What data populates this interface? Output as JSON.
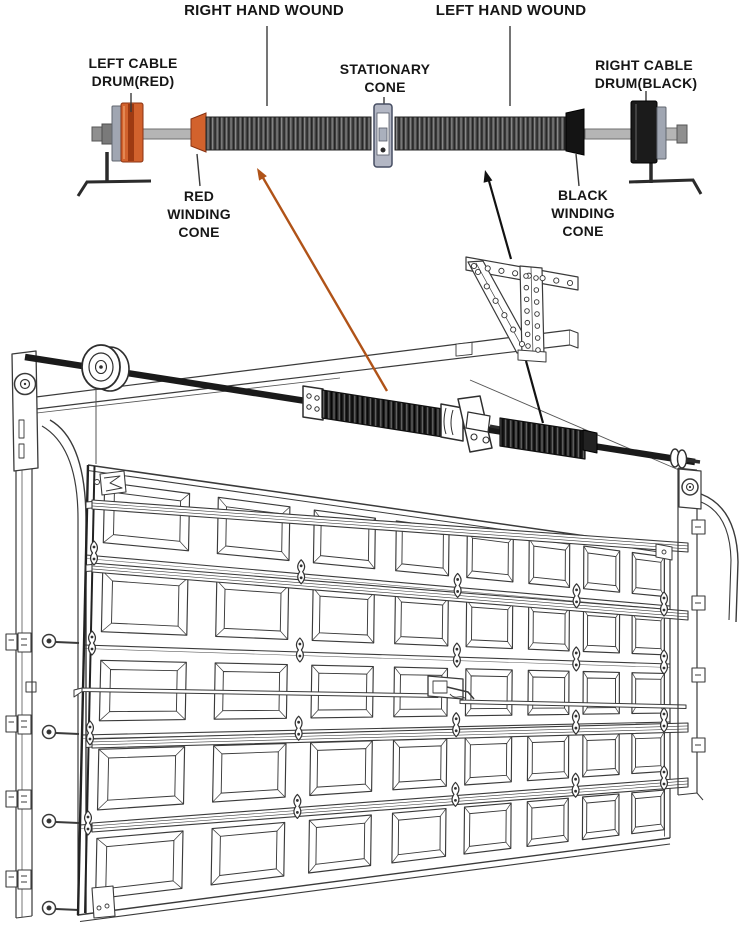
{
  "page": {
    "background": "#ffffff",
    "description": "Garage door torsion spring assembly diagram with labeled detail view above a line drawing of a sectional garage door"
  },
  "colors": {
    "drum_red": "#d2622d",
    "drum_red_dark": "#9e3a12",
    "drum_red_highlight": "#eb9560",
    "cone_red": "#d2622d",
    "cone_black": "#141414",
    "drum_black": "#1b1b1b",
    "flange_gray": "#a0a6b2",
    "shaft_gray": "#b5b5b5",
    "stationary_cone": "#b3b7c4",
    "line_art": "#3a3a3a",
    "arrow_orange": "#b05318",
    "arrow_black": "#121212",
    "label_text": "#161616"
  },
  "labels": {
    "right_hand_wound": "RIGHT HAND WOUND",
    "left_hand_wound": "LEFT HAND WOUND",
    "left_cable_drum": [
      "LEFT CABLE",
      "DRUM(RED)"
    ],
    "stationary_cone": [
      "STATIONARY",
      "CONE"
    ],
    "right_cable_drum": [
      "RIGHT CABLE",
      "DRUM(BLACK)"
    ],
    "red_winding_cone": [
      "RED",
      "WINDING",
      "CONE"
    ],
    "black_winding_cone": [
      "BLACK",
      "WINDING",
      "CONE"
    ]
  }
}
